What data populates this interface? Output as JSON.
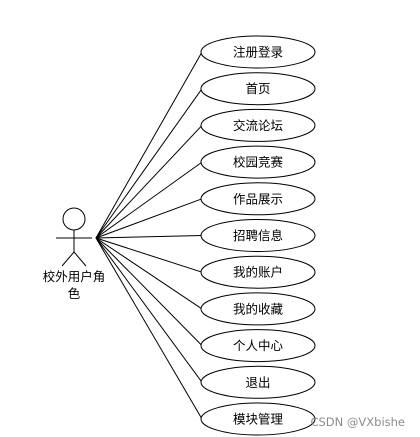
{
  "actor": {
    "label_line1": "校外用户角",
    "label_line2": "色"
  },
  "use_cases": [
    "注册登录",
    "首页",
    "交流论坛",
    "校园竞赛",
    "作品展示",
    "招聘信息",
    "我的账户",
    "我的收藏",
    "个人中心",
    "退出",
    "模块管理"
  ],
  "watermark": "CSDN @VXbishe",
  "colors": {
    "stroke": "#000000",
    "ellipse_fill": "#ffffff",
    "watermark": "#8c8c8c"
  }
}
